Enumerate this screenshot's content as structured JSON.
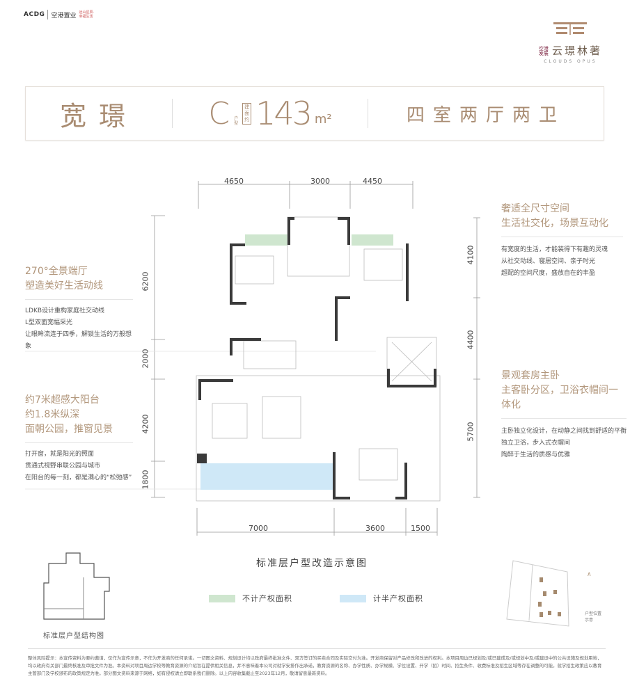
{
  "logos": {
    "developer": "ACDG",
    "developer_cn": "空港置业",
    "partner": "远山星辰·幸福生活",
    "project_name": "云璟林著",
    "project_prefix": "空港发展",
    "project_en": "CLOUDS OPUS"
  },
  "header": {
    "name": "宽璟",
    "type_letter": "C",
    "type_label": "户型",
    "area_label": "建面约",
    "area": "143",
    "unit": "m²",
    "rooms": "四室两厅两卫"
  },
  "features_left": [
    {
      "title": [
        "270°全景端厅",
        "塑造美好生活动线"
      ],
      "body": [
        "LDKB设计重构家庭社交动线",
        "L型双面宽幅采光",
        "让眼眸流连于四季，解锁生活的万般想象"
      ]
    },
    {
      "title": [
        "约7米超感大阳台",
        "约1.8米纵深",
        "面朝公园，推窗见景"
      ],
      "body": [
        "打开窗，就是阳光的照面",
        "贯通式视野串联公园与城市",
        "在阳台的每一刻，都是满心的“松弛感”"
      ]
    }
  ],
  "features_right": [
    {
      "title": [
        "奢适全尺寸空间",
        "生活社交化，场景互动化"
      ],
      "body": [
        "有宽度的生活，才能装得下有趣的灵魂",
        "从社交动线、寝居空间、亲子时光",
        "超配的空间尺度，盛放自在的丰盈"
      ]
    },
    {
      "title": [
        "景观套房主卧",
        "主客卧分区，卫浴衣帽间一体化"
      ],
      "body": [
        "主卧独立化设计，在动静之间找到舒适的平衡",
        "独立卫浴，步入式衣帽间",
        "陶醉于生活的质感与优雅"
      ]
    }
  ],
  "dimensions": {
    "top": [
      "4650",
      "3000",
      "4450"
    ],
    "bottom": [
      "7000",
      "3600",
      "1500"
    ],
    "left": [
      "6200",
      "2000",
      "4200",
      "1800"
    ],
    "right": [
      "4100",
      "4400",
      "5700"
    ]
  },
  "plan_caption": "标准层户型改造示意图",
  "legend": [
    {
      "label": "不计产权面积",
      "color": "#cfe6cf"
    },
    {
      "label": "计半产权面积",
      "color": "#cfe8f7"
    }
  ],
  "thumbnail_caption": "标准层户型结构图",
  "site_caption": "户型位置示意",
  "colors": {
    "accent": "#a98c72",
    "wall": "#3a3a3a",
    "green_area": "#cfe6cf",
    "blue_area": "#cfe8f7"
  },
  "disclaimer": "整体风险提示：本宣传资料为要约邀请，仅作为宣传示意，不作为开发商的任何承诺。一切图文资料、规划设计均以政府最终批准文件、双方签订的买卖合同及实际交付为准。开发商保留对产品修改和改进的权利。本项目周边已规划及/或已建成及/或规划中及/或建设中的公共设施及规划用地，均以政府有关部门最终核准及审批文件为准。本资料对项目周边学校等教育资源的介绍旨在提供相关信息，并不意味着本公司对就学安排作出承诺，教育资源的名称、办学性质、办学规模、学位设置、开学（招）时间、招生条件、收费标准及招生区域等存在调整的可能，就学招生政策应以教育主管部门及学校颁布的政策规定为准。部分图文资料来源于网络，如有侵权请立即联系我们删除。以上内容收集截止至2023年12月，敬请留意最新资料。"
}
